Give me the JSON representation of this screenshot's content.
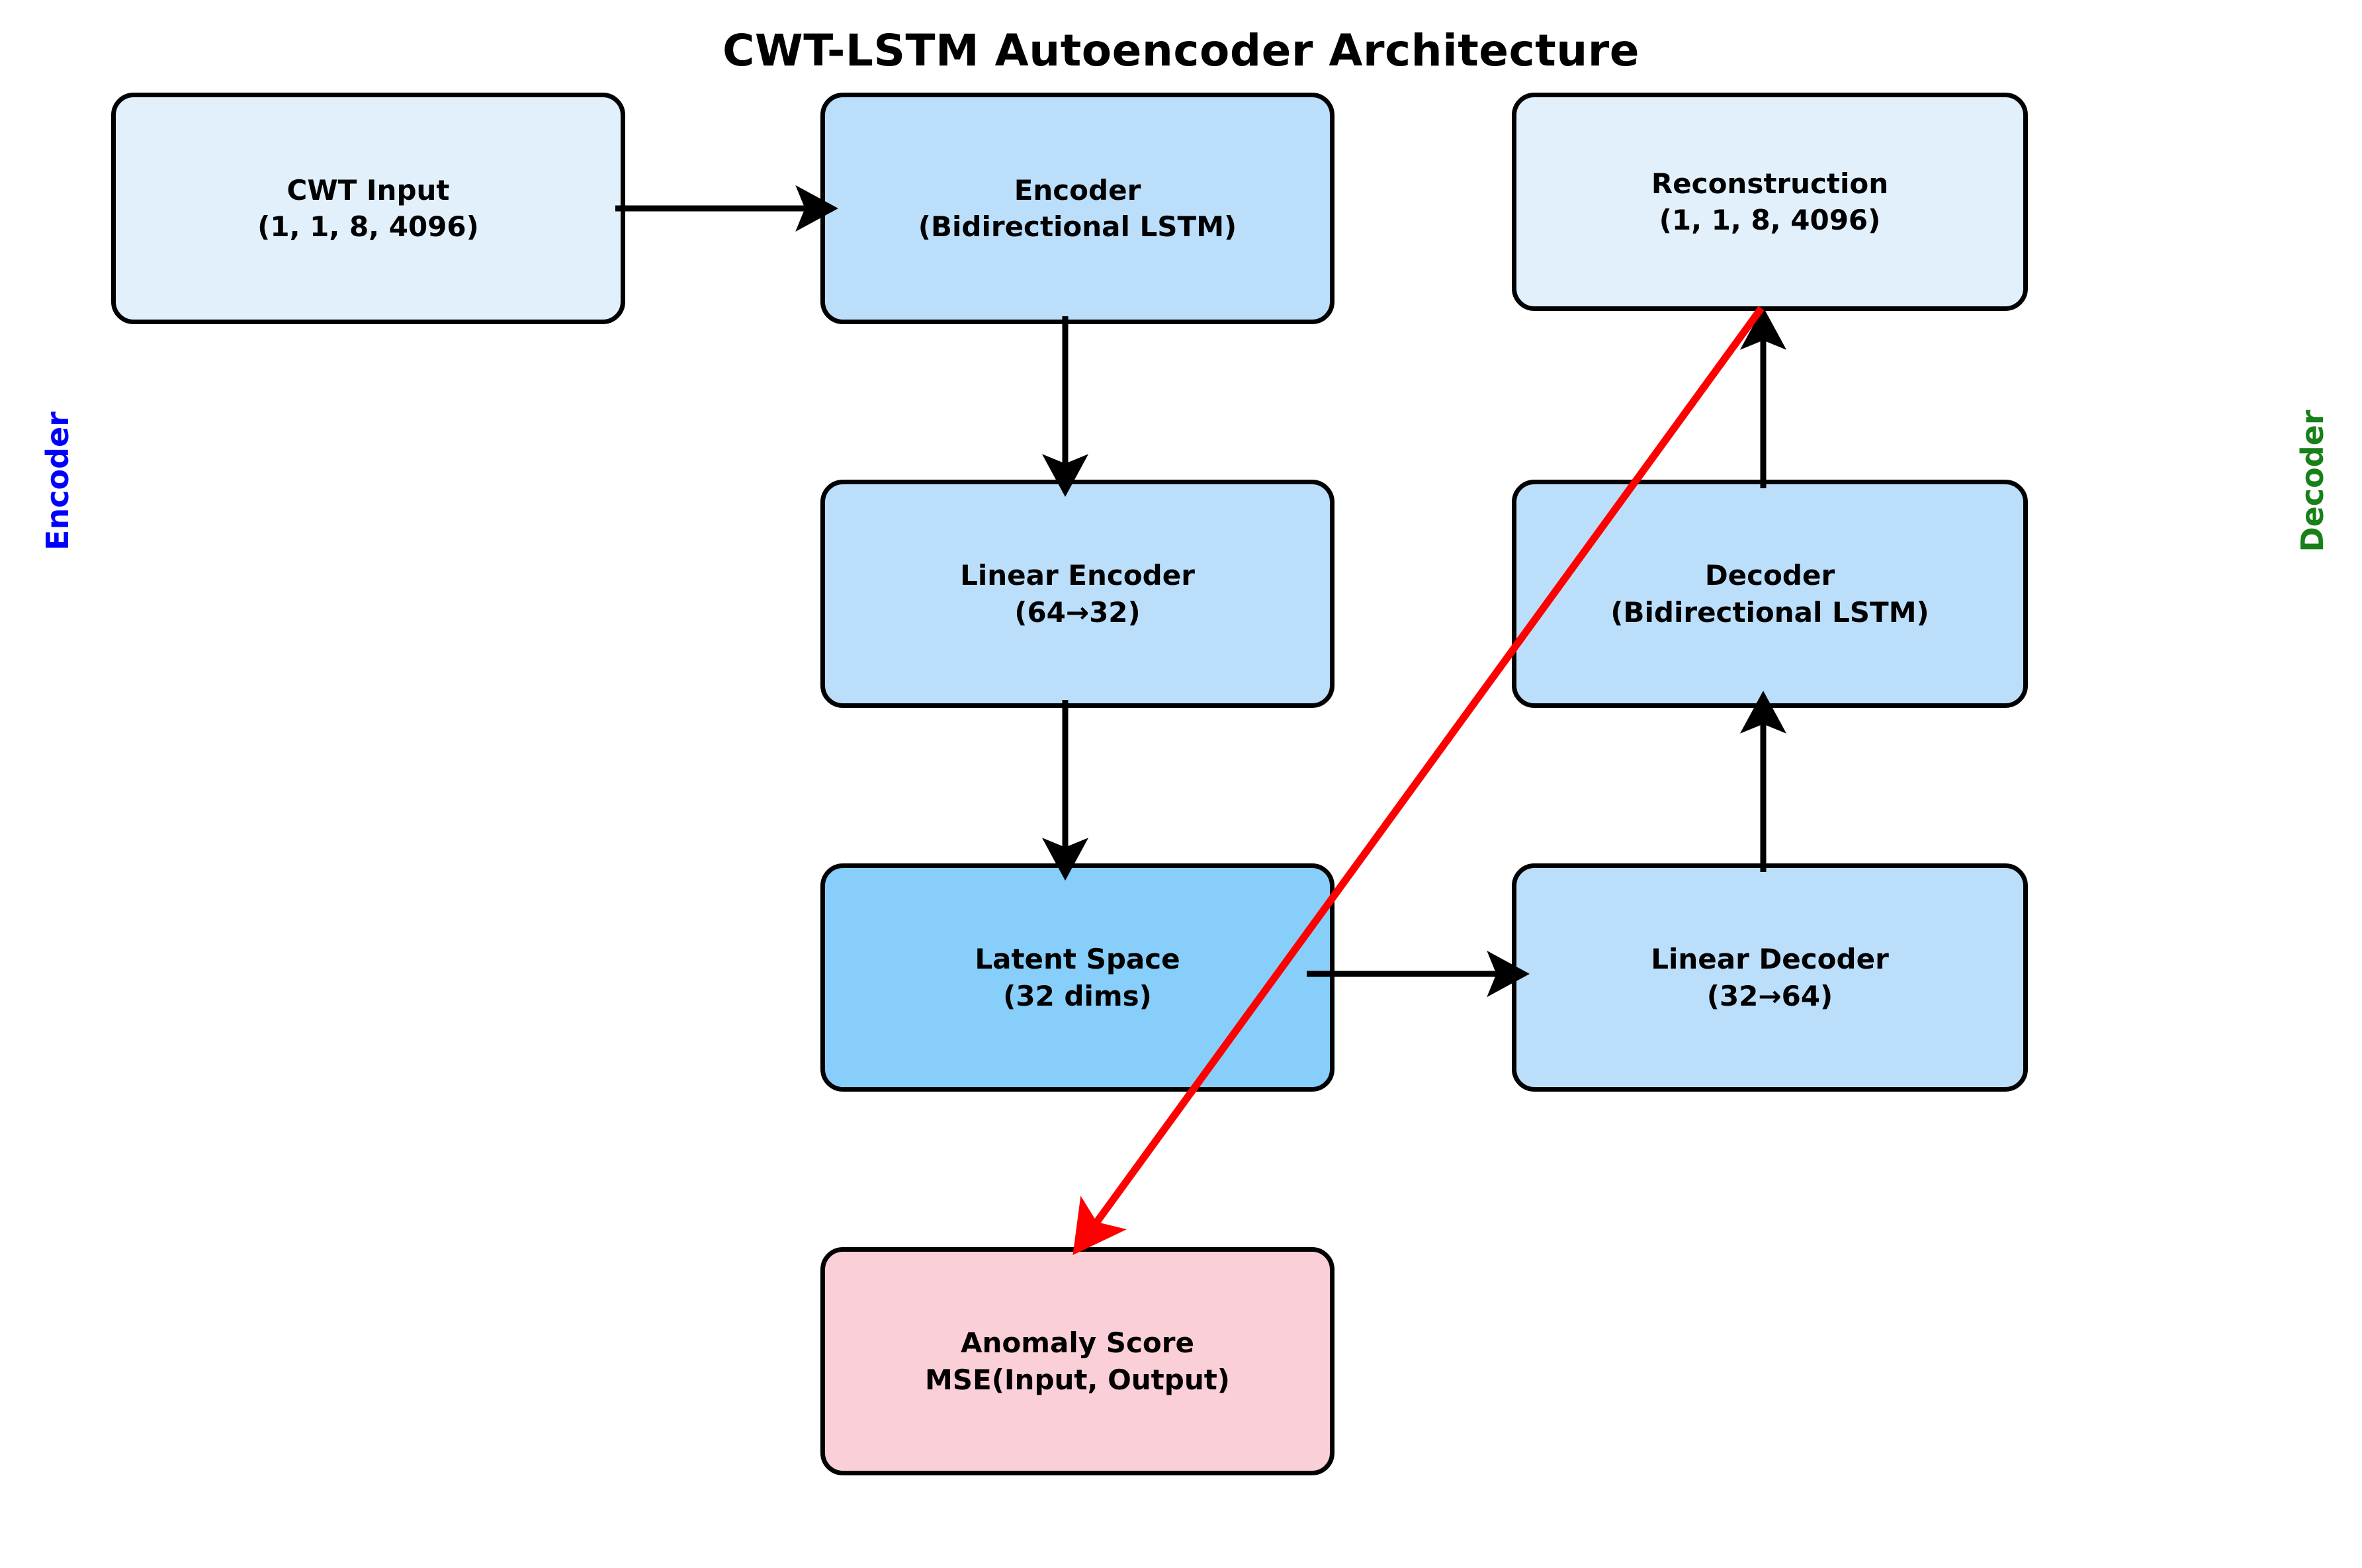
{
  "title": "CWT-LSTM Autoencoder Architecture",
  "colors": {
    "background": "#ffffff",
    "input_box": "#E1F0FB",
    "layer_box": "#BBDEFB",
    "latent_box": "#87CEFA",
    "anomaly_box": "#FBCFD8",
    "edge": "#000000",
    "anomaly_edge": "#FF0000",
    "encoder_label": "#0000FF",
    "decoder_label": "#188018"
  },
  "side_labels": {
    "left": "Encoder",
    "right": "Decoder"
  },
  "nodes": [
    {
      "id": "cwt-input",
      "line1": "CWT Input",
      "line2": "(1, 1, 8, 4096)"
    },
    {
      "id": "encoder",
      "line1": "Encoder",
      "line2": "(Bidirectional LSTM)"
    },
    {
      "id": "reconstruction",
      "line1": "Reconstruction",
      "line2": "(1, 1, 8, 4096)"
    },
    {
      "id": "linear-encoder",
      "line1": "Linear Encoder",
      "line2": "(64→32)"
    },
    {
      "id": "decoder",
      "line1": "Decoder",
      "line2": "(Bidirectional LSTM)"
    },
    {
      "id": "latent-space",
      "line1": "Latent Space",
      "line2": "(32 dims)"
    },
    {
      "id": "linear-decoder",
      "line1": "Linear Decoder",
      "line2": "(32→64)"
    },
    {
      "id": "anomaly-score",
      "line1": "Anomaly Score",
      "line2": "MSE(Input, Output)"
    }
  ],
  "edges": [
    {
      "id": "cwt-input-to-encoder",
      "from": "cwt-input",
      "to": "encoder",
      "kind": "black"
    },
    {
      "id": "encoder-to-linear-encoder",
      "from": "encoder",
      "to": "linear-encoder",
      "kind": "black"
    },
    {
      "id": "linear-encoder-to-latent",
      "from": "linear-encoder",
      "to": "latent-space",
      "kind": "black"
    },
    {
      "id": "latent-to-linear-decoder",
      "from": "latent-space",
      "to": "linear-decoder",
      "kind": "black"
    },
    {
      "id": "linear-decoder-to-decoder",
      "from": "linear-decoder",
      "to": "decoder",
      "kind": "black"
    },
    {
      "id": "decoder-to-reconstruction",
      "from": "decoder",
      "to": "reconstruction",
      "kind": "black"
    },
    {
      "id": "reconstruction-to-anomaly",
      "from": "reconstruction",
      "to": "anomaly-score",
      "kind": "red"
    }
  ]
}
